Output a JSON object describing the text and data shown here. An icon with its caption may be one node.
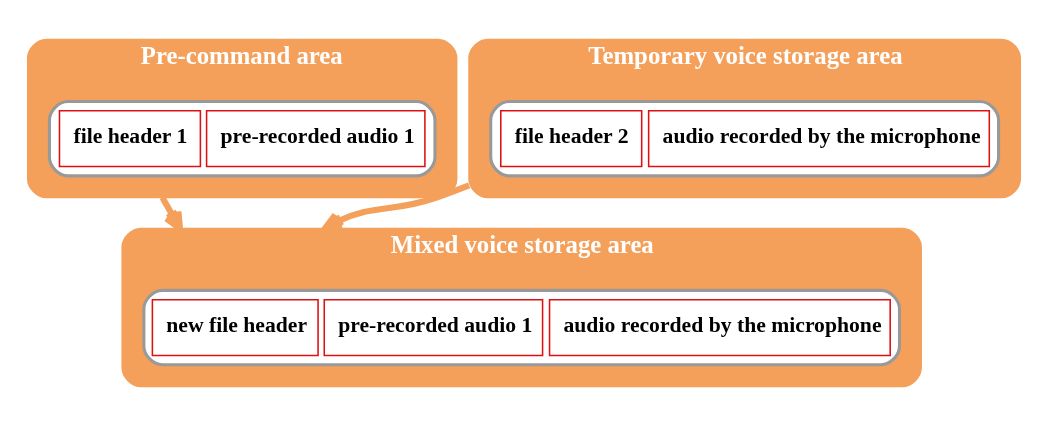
{
  "diagram": {
    "nodes": [
      {
        "text": [
          "Pre-command area"
        ]
      },
      {
        "text": [],
        "shape": "bar",
        "in": 0
      },
      {
        "text": [
          "file header 1"
        ],
        "in": 1
      },
      {
        "text": [
          "pre-recorded audio 1"
        ],
        "in": 1
      },
      {
        "text": [
          "Temporary voice storage area"
        ]
      },
      {
        "text": [],
        "shape": "bar",
        "in": 4
      },
      {
        "text": [
          "file header 2"
        ],
        "in": 5
      },
      {
        "text": [
          "audio recorded by the microphone"
        ],
        "in": 5
      },
      {
        "text": [
          "Mixed voice storage area"
        ]
      },
      {
        "text": [],
        "shape": "bar",
        "in": 8
      },
      {
        "text": [
          "new file header"
        ],
        "in": 9
      },
      {
        "text": [
          "pre-recorded audio 1"
        ],
        "in": 9
      },
      {
        "text": [
          "audio recorded by the microphone"
        ],
        "in": 9
      }
    ],
    "edges": [
      {
        "from": 0,
        "to": 8,
        "arrow": "to"
      },
      {
        "from": 4,
        "to": 8,
        "arrow": "to"
      }
    ]
  }
}
